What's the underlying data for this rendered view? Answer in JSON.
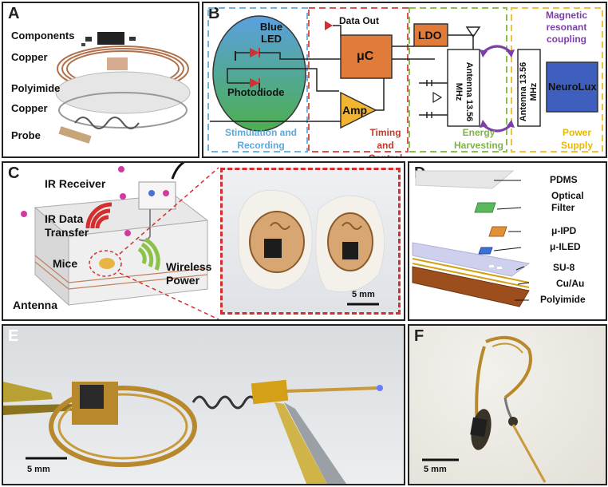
{
  "panels": {
    "a": {
      "letter": "A",
      "labels": [
        "Components",
        "Copper",
        "Polyimide",
        "Copper",
        "Probe"
      ]
    },
    "b": {
      "letter": "B",
      "blue_led": "Blue LED",
      "photodiode": "Photodiode",
      "data_out": "Data Out",
      "uc": "μC",
      "amp": "Amp",
      "ldo": "LDO",
      "antenna_left": "Antenna 13.56 MHz",
      "antenna_right": "Antenna 13.56 MHz",
      "neurolux": "NeuroLux",
      "magnetic": "Magnetic resonant coupling",
      "sections": {
        "stim": "Stimulation and Recording",
        "timing": "Timing and Control",
        "energy": "Energy Harvesting",
        "power": "Power Supply"
      }
    },
    "c": {
      "letter": "C",
      "ir_receiver": "IR Receiver",
      "ir_data": "IR Data Transfer",
      "mice": "Mice",
      "wireless": "Wireless Power",
      "antenna": "Antenna",
      "scale": "5 mm"
    },
    "d": {
      "letter": "D",
      "layers": [
        "PDMS",
        "Optical Filter",
        "μ-IPD",
        "μ-ILED",
        "SU-8",
        "Cu/Au",
        "Polyimide"
      ]
    },
    "e": {
      "letter": "E",
      "scale": "5 mm"
    },
    "f": {
      "letter": "F",
      "scale": "5 mm"
    }
  },
  "colors": {
    "stim_border": "#6db6e0",
    "timing_border": "#d9534f",
    "energy_border": "#8cbf4f",
    "power_border": "#f0c040",
    "uc_fill": "#e07b39",
    "amp_fill": "#f2b531",
    "neurolux_fill": "#3f5fbf",
    "arrow_purple": "#7b3fa8",
    "stim_text": "#5aa9d8",
    "timing_text": "#c0392b",
    "energy_text": "#7fb24a",
    "power_text": "#e6b800"
  }
}
